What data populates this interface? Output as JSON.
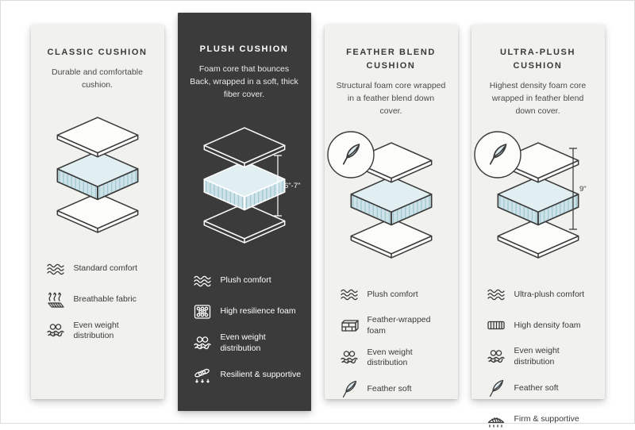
{
  "colors": {
    "card_light": "#f1f1ee",
    "card_dark": "#3b3b3b",
    "cushion_blue": "#cde3e9",
    "outline_light_card": "#3a3a3a",
    "outline_dark_card": "#ffffff"
  },
  "cards": [
    {
      "id": "classic",
      "theme": "light",
      "title": "CLASSIC CUSHION",
      "description": "Durable and comfortable cushion.",
      "features": [
        {
          "icon": "wave-icon",
          "label": "Standard comfort"
        },
        {
          "icon": "breathable-fabric-icon",
          "label": "Breathable fabric"
        },
        {
          "icon": "even-weight-icon",
          "label": "Even weight distribution"
        }
      ]
    },
    {
      "id": "plush",
      "theme": "dark",
      "title": "PLUSH CUSHION",
      "description": "Foam core that bounces Back, wrapped in a soft, thick fiber cover.",
      "measurement": "6\"-7\"",
      "features": [
        {
          "icon": "wave-icon",
          "label": "Plush comfort"
        },
        {
          "icon": "resilience-foam-icon",
          "label": "High resilience foam"
        },
        {
          "icon": "even-weight-icon",
          "label": "Even weight distribution"
        },
        {
          "icon": "spring-icon",
          "label": "Resilient & supportive"
        }
      ]
    },
    {
      "id": "feather-blend",
      "theme": "light",
      "title": "FEATHER BLEND CUSHION",
      "description": "Structural foam core wrapped in a feather blend down cover.",
      "features": [
        {
          "icon": "wave-icon",
          "label": "Plush comfort"
        },
        {
          "icon": "foam-bricks-icon",
          "label": "Feather-wrapped foam"
        },
        {
          "icon": "even-weight-icon",
          "label": "Even weight distribution"
        },
        {
          "icon": "feather-icon",
          "label": "Feather soft"
        }
      ]
    },
    {
      "id": "ultra-plush",
      "theme": "light",
      "title": "ULTRA-PLUSH CUSHION",
      "description": "Highest density foam core wrapped in feather blend down cover.",
      "measurement": "9\"",
      "features": [
        {
          "icon": "wave-icon",
          "label": "Ultra-plush comfort"
        },
        {
          "icon": "high-density-foam-icon",
          "label": "High density foam"
        },
        {
          "icon": "even-weight-icon",
          "label": "Even weight distribution"
        },
        {
          "icon": "feather-icon",
          "label": "Feather soft"
        },
        {
          "icon": "firm-support-icon",
          "label": "Firm & supportive"
        }
      ]
    }
  ]
}
